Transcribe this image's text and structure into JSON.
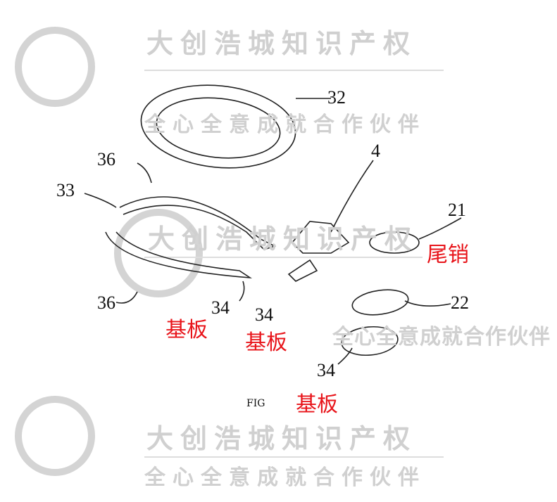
{
  "watermark": {
    "title": "大创浩城知识产权",
    "slogan": "全心全意成就合作伙伴"
  },
  "figure": {
    "caption": "FIG"
  },
  "labels": {
    "l32": "32",
    "l36a": "36",
    "l4": "4",
    "l33": "33",
    "l21": "21",
    "l36b": "36",
    "l34a": "34",
    "l34b": "34",
    "l22": "22",
    "l34c": "34"
  },
  "annotations": {
    "tail_pin": "尾销",
    "substrate_a": "基板",
    "substrate_b": "基板",
    "substrate_c": "基板"
  },
  "colors": {
    "annotation": "#e8141a",
    "watermark": "#d0d0d0"
  }
}
